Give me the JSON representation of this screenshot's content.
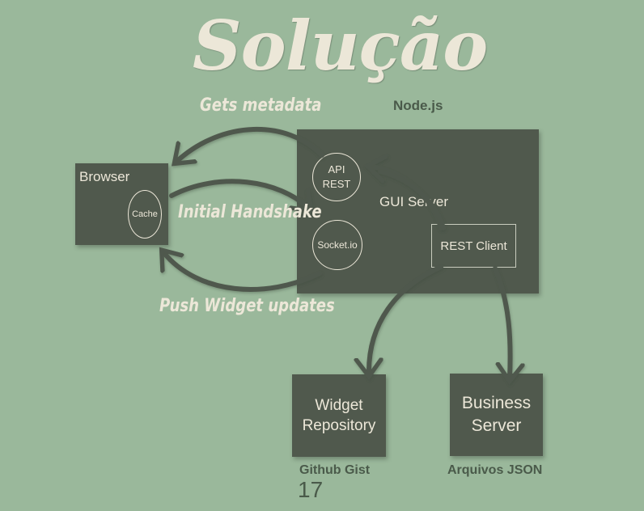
{
  "slide": {
    "title": "Solução",
    "page_number": "17",
    "colors": {
      "background": "#9ab89b",
      "box": "#50594d",
      "light_text": "#ece7d8",
      "dark_text": "#4a5a4a"
    }
  },
  "labels": {
    "gets_metadata": "Gets metadata",
    "initial_handshake": "Initial Handshake",
    "push_widget_updates": "Push Widget updates",
    "nodejs": "Node.js",
    "github_gist": "Github Gist",
    "arquivos_json": "Arquivos JSON"
  },
  "nodes": {
    "browser": "Browser",
    "cache": "Cache",
    "gui_server": "GUI Server",
    "api_rest_line1": "API",
    "api_rest_line2": "REST",
    "socketio": "Socket.io",
    "rest_client": "REST Client",
    "widget_repository_line1": "Widget",
    "widget_repository_line2": "Repository",
    "business_server_line1": "Business",
    "business_server_line2": "Server"
  }
}
